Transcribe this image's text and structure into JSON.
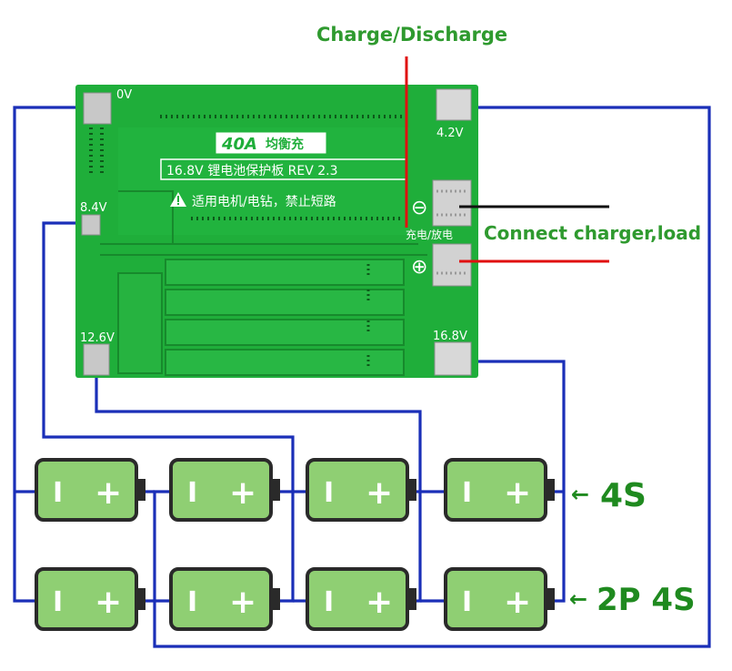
{
  "labels": {
    "charge_discharge": "Charge/Discharge",
    "connect": "Connect charger,load",
    "row_4s": "4S",
    "row_2p4s": "2P 4S",
    "arrow": "←"
  },
  "board": {
    "model_badge": "40A",
    "badge_cn": "均衡充",
    "title": "16.8V 锂电池保护板 REV 2.3",
    "warning": "适用电机/电钻，禁止短路",
    "port_label": "充电/放电",
    "minus_symbol": "⊖",
    "plus_symbol": "⊕",
    "pads": {
      "v0": "0V",
      "v42": "4.2V",
      "v84": "8.4V",
      "v126": "12.6V",
      "v168": "16.8V"
    }
  },
  "battery": {
    "minus": "I",
    "plus": "+"
  },
  "colors": {
    "pcb": "#1fae3a",
    "wire": "#1a2fb8",
    "red_wire": "#e01010",
    "black_wire": "#111111",
    "battery_fill": "#8fcf73",
    "label_green": "#2f9a2f"
  }
}
